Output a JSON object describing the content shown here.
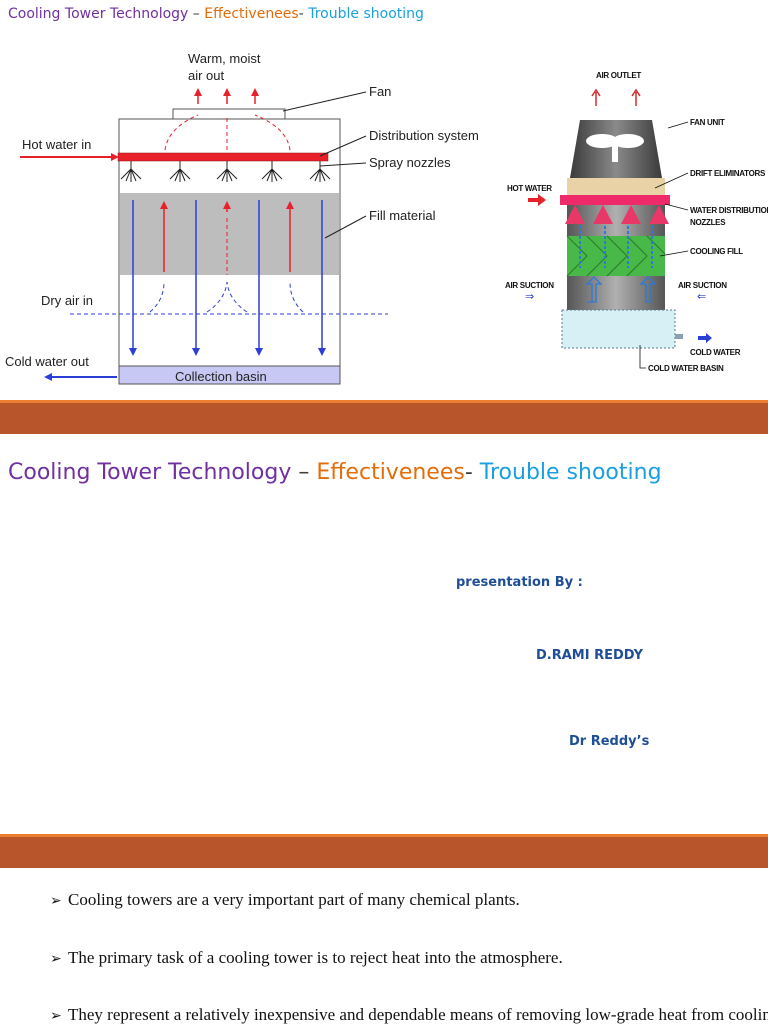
{
  "slide1": {
    "title": {
      "part1": "Cooling Tower Technology",
      "sep1": " – ",
      "part2": "Effectivenees",
      "sep2": "- ",
      "part3": "Trouble shooting"
    },
    "diagram_left": {
      "warm_air_line1": "Warm, moist",
      "warm_air_line2": "air out",
      "fan": "Fan",
      "hot_water_in": "Hot water in",
      "distribution_system": "Distribution system",
      "spray_nozzles": "Spray nozzles",
      "fill_material": "Fill material",
      "dry_air_in": "Dry air in",
      "cold_water_out": "Cold water out",
      "collection_basin": "Collection basin"
    },
    "diagram_right": {
      "air_outlet": "AIR OUTLET",
      "fan_unit": "FAN UNIT",
      "drift_eliminators": "DRIFT ELIMINATORS",
      "hot_water": "HOT WATER",
      "water_distribution": "WATER DISTRIBUTION",
      "nozzles": "NOZZLES",
      "cooling_fill": "COOLING FILL",
      "air_suction_left": "AIR SUCTION",
      "air_suction_right": "AIR SUCTION",
      "cold_water": "COLD WATER",
      "cold_water_basin": "COLD WATER BASIN"
    }
  },
  "slide2": {
    "title": {
      "part1": "Cooling Tower Technology",
      "sep1": " – ",
      "part2": "Effectivenees",
      "sep2": "- ",
      "part3": "Trouble shooting"
    },
    "presentation_by": "presentation By :",
    "presenter": "D.RAMI REDDY",
    "organization": "Dr Reddy’s"
  },
  "slide3": {
    "bullets": [
      "Cooling towers are a very important part of many chemical plants.",
      "The primary task of a cooling tower is to reject heat into the atmosphere.",
      "They represent a relatively inexpensive and dependable means of removing low-grade heat from cooling water."
    ]
  },
  "colors": {
    "band": "#b8552a",
    "band_edge": "#ed7d31",
    "title_purple": "#7030a0",
    "title_orange": "#e46c0a",
    "title_cyan": "#1aa0e0",
    "presenter_blue": "#1f4e96",
    "hot_water_red": "#e8202a",
    "cold_water_blue": "#2b3fd8",
    "basin_fill": "#c8c8f4"
  }
}
